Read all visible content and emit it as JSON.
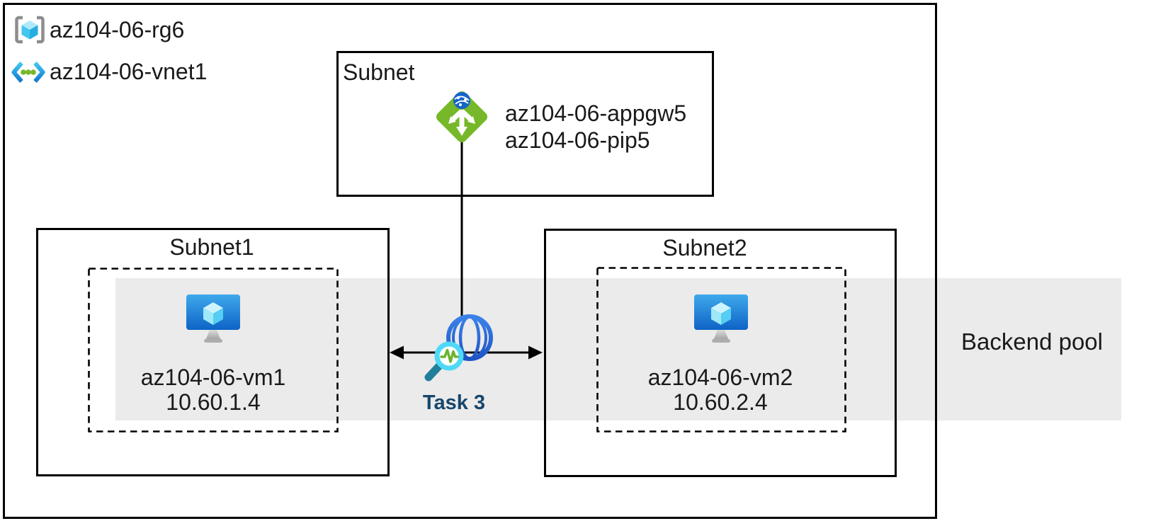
{
  "diagram": {
    "resource_group": {
      "label": "az104-06-rg6"
    },
    "vnet": {
      "label": "az104-06-vnet1"
    },
    "gateway_subnet": {
      "label": "Subnet",
      "appgw_label": "az104-06-appgw5",
      "pip_label": "az104-06-pip5"
    },
    "subnet1": {
      "label": "Subnet1",
      "vm_name": "az104-06-vm1",
      "vm_ip": "10.60.1.4"
    },
    "subnet2": {
      "label": "Subnet2",
      "vm_name": "az104-06-vm2",
      "vm_ip": "10.60.2.4"
    },
    "task_label": "Task 3",
    "backend_pool_label": "Backend pool"
  },
  "icons": [
    "resource-group-icon",
    "vnet-icon",
    "app-gateway-icon",
    "vm-icon",
    "globe-icon",
    "magnifier-probe-icon"
  ],
  "colors": {
    "band_gray": "#ebebeb",
    "line_black": "#000000",
    "text_dark": "#1a1a1a",
    "task_blue": "#17466b",
    "azure_green": "#76b82a",
    "monitor_blue_top": "#3fa9ec",
    "monitor_blue_bottom": "#0e63c6",
    "globe_blue_top": "#3b82e8",
    "globe_blue_bottom": "#1f55c4",
    "magnifier_cyan": "#4ed9f6",
    "handle_teal": "#217f9c",
    "bracket_gray": "#8d8d8d"
  }
}
